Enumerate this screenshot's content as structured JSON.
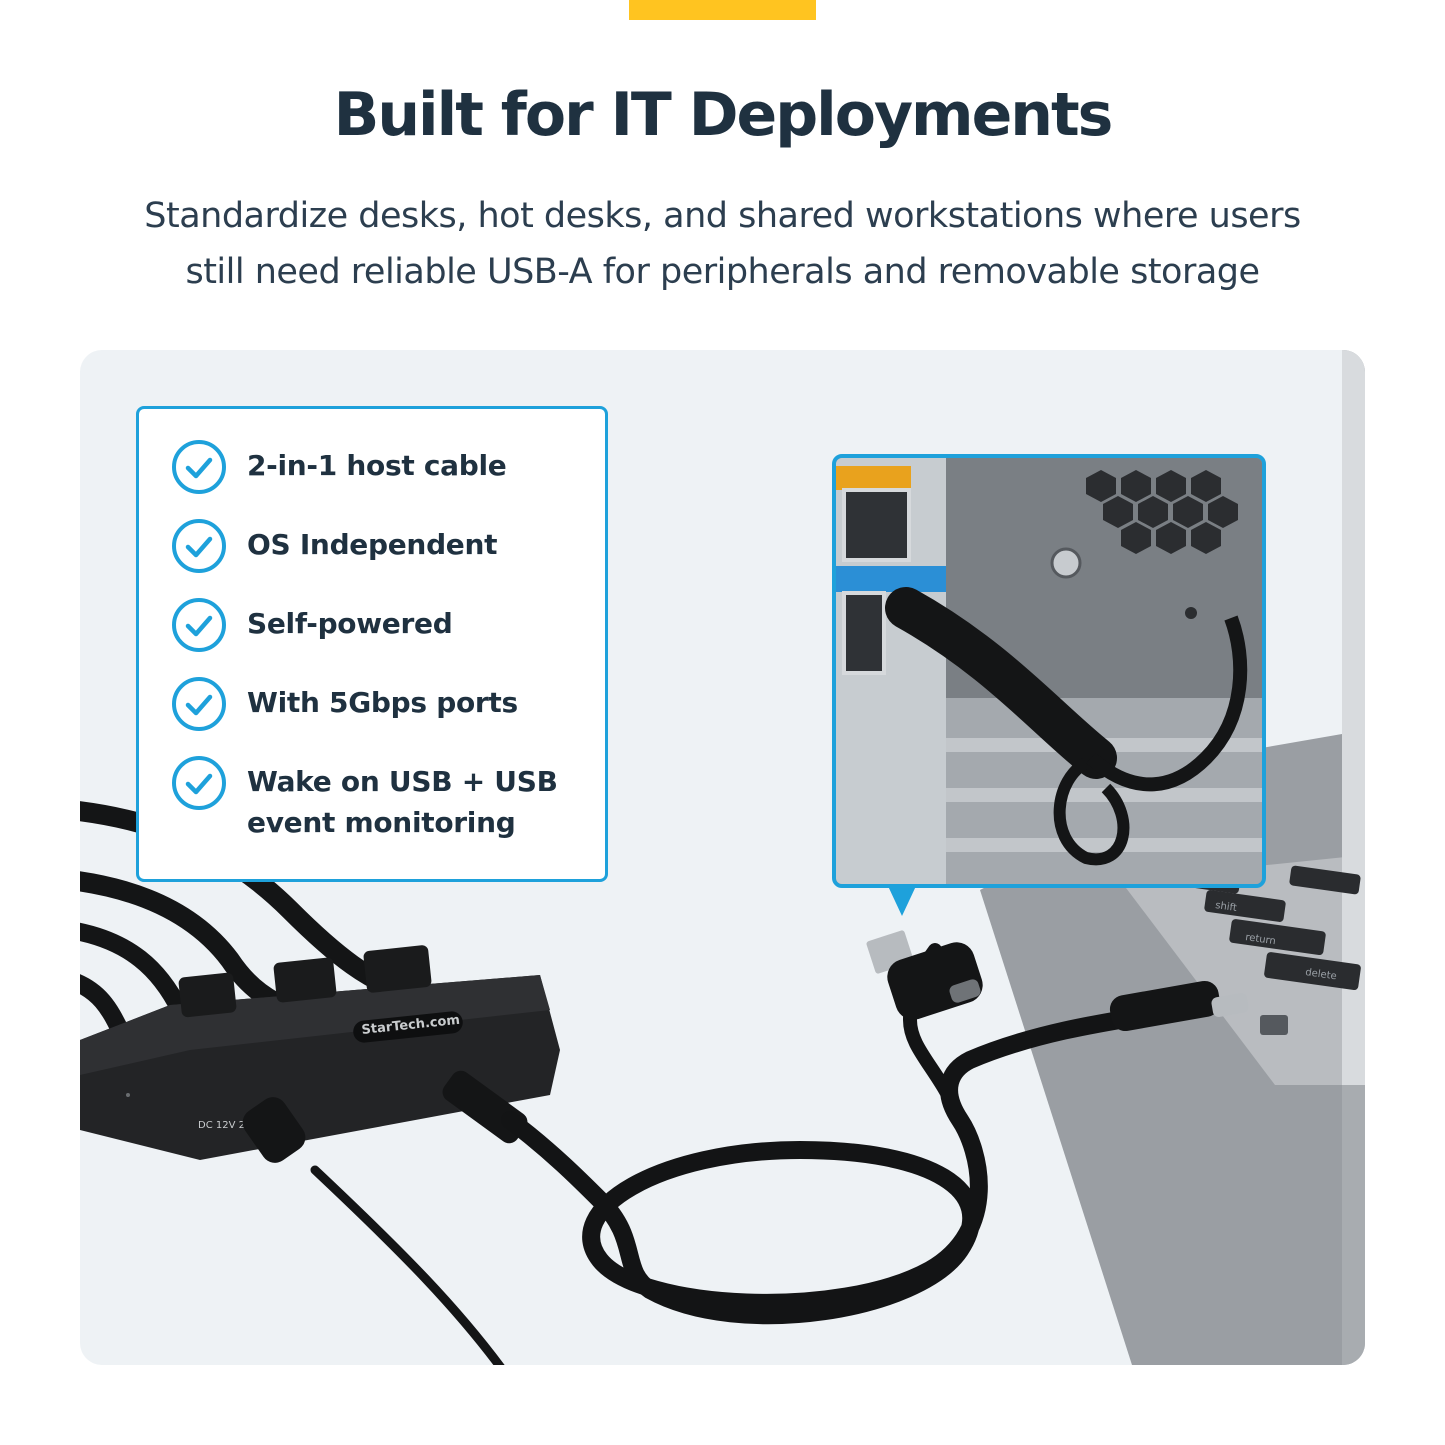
{
  "header": {
    "title": "Built for IT Deployments",
    "subtitle_line1": "Standardize desks, hot desks, and shared workstations where users",
    "subtitle_line2": "still need reliable USB-A for peripherals and removable storage"
  },
  "features": {
    "items": [
      {
        "line1": "2-in-1 host cable",
        "line2": ""
      },
      {
        "line1": "OS Independent",
        "line2": ""
      },
      {
        "line1": "Self-powered",
        "line2": ""
      },
      {
        "line1": "With 5Gbps ports",
        "line2": ""
      },
      {
        "line1": "Wake on USB + USB",
        "line2": "event monitoring"
      }
    ],
    "icon": "check-circle-icon"
  },
  "product": {
    "brand": "StarTech.com",
    "power_label": "DC 12V 2A"
  },
  "laptop_keys": [
    "shift",
    "return",
    "delete"
  ],
  "colors": {
    "accent": "#ffc420",
    "brand_blue": "#1ea1db",
    "text_dark": "#1f3140",
    "panel_bg": "#eef2f5"
  }
}
